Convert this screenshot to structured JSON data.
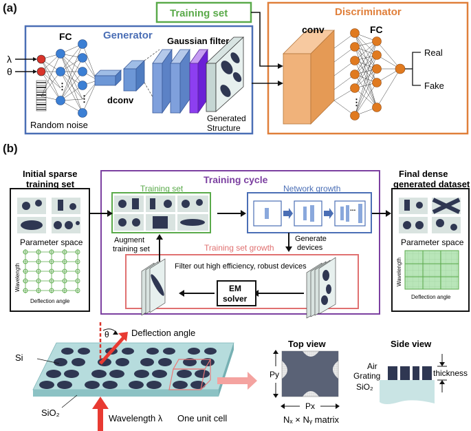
{
  "panel_a": {
    "label": "(a)",
    "generator": "Generator",
    "discriminator": "Discriminator",
    "training_set": "Training set",
    "fc": "FC",
    "fc2": "FC",
    "conv": "conv",
    "dconv": "dconv",
    "gaussian_filter": "Gaussian filter",
    "generated_structure_1": "Generated",
    "generated_structure_2": "Structure",
    "random_noise": "Random noise",
    "lambda": "λ",
    "theta": "θ",
    "dots": "⋮",
    "real": "Real",
    "fake": "Fake"
  },
  "panel_b": {
    "label": "(b)",
    "initial_1": "Initial sparse",
    "initial_2": "training set",
    "final_1": "Final dense",
    "final_2": "generated dataset",
    "parameter_space": "Parameter space",
    "parameter_space_2": "Parameter space",
    "wavelength": "Wavelength",
    "wavelength_2": "Wavelength",
    "deflection_angle_axis": "Deflection angle",
    "deflection_angle_axis_2": "Deflection angle",
    "training_cycle": "Training cycle",
    "training_set": "Training set",
    "network_growth": "Network growth",
    "augment_1": "Augment",
    "augment_2": "training set",
    "generate_1": "Generate",
    "generate_2": "devices",
    "training_set_growth": "Training set growth",
    "filter_text": "Filter out high efficiency, robust devices",
    "em_1": "EM",
    "em_2": "solver",
    "ellipsis": "..."
  },
  "panel_c": {
    "si": "Si",
    "sio2": "SiO₂",
    "theta": "θ",
    "deflection_angle": "Deflection angle",
    "wavelength": "Wavelength λ",
    "unit_cell": "One unit cell",
    "top_view": "Top view",
    "py": "Py",
    "px": "Px",
    "matrix": "Nₓ × Nᵧ matrix",
    "side_view": "Side view",
    "air": "Air",
    "grating": "Grating",
    "sio2_side": "SiO₂",
    "thickness": "thickness"
  },
  "colors": {
    "generator": "#4a6eb5",
    "discriminator": "#e07f3a",
    "training_set": "#5aaa4a",
    "cycle": "#7b3fa0",
    "growth": "#e07070",
    "neuron_blue": "#3b7fd4",
    "neuron_red": "#d9342b",
    "neuron_orange": "#e07a20"
  }
}
